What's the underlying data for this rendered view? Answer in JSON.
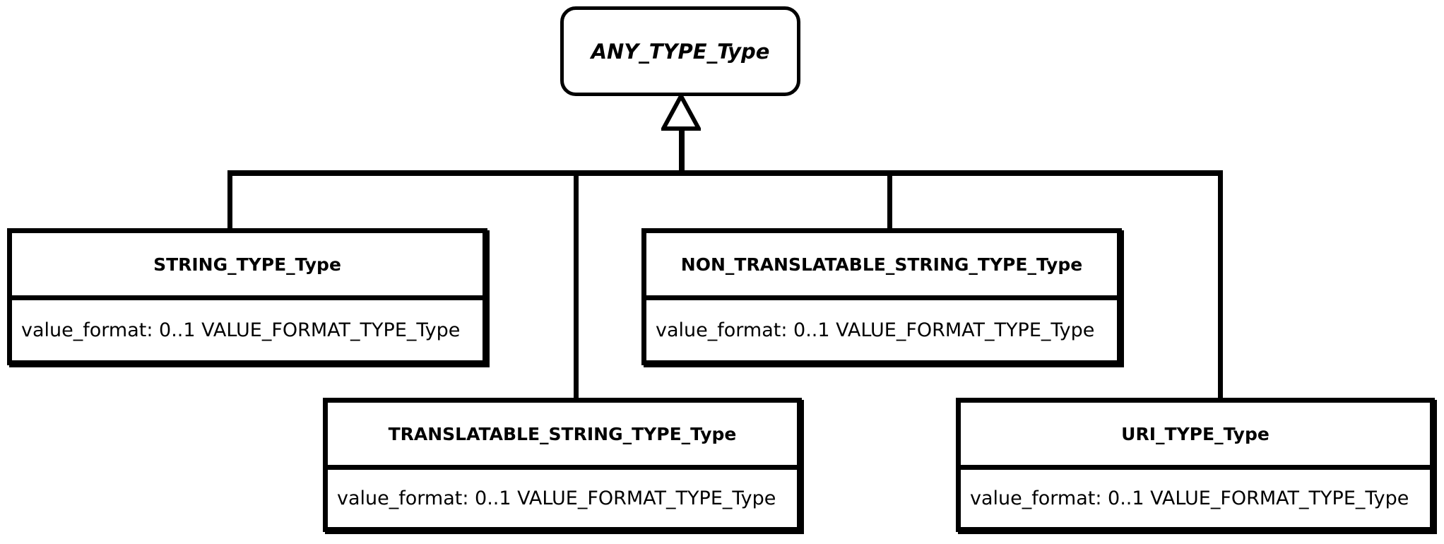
{
  "diagram": {
    "relation": "generalization",
    "colors": {
      "stroke": "#000000",
      "background": "#ffffff"
    },
    "abstract_parent": {
      "name": "ANY_TYPE_Type"
    },
    "children": [
      {
        "name": "STRING_TYPE_Type",
        "attributes": [
          "value_format: 0..1 VALUE_FORMAT_TYPE_Type"
        ]
      },
      {
        "name": "NON_TRANSLATABLE_STRING_TYPE_Type",
        "attributes": [
          "value_format: 0..1 VALUE_FORMAT_TYPE_Type"
        ]
      },
      {
        "name": "TRANSLATABLE_STRING_TYPE_Type",
        "attributes": [
          "value_format: 0..1 VALUE_FORMAT_TYPE_Type"
        ]
      },
      {
        "name": "URI_TYPE_Type",
        "attributes": [
          "value_format: 0..1 VALUE_FORMAT_TYPE_Type"
        ]
      }
    ]
  }
}
